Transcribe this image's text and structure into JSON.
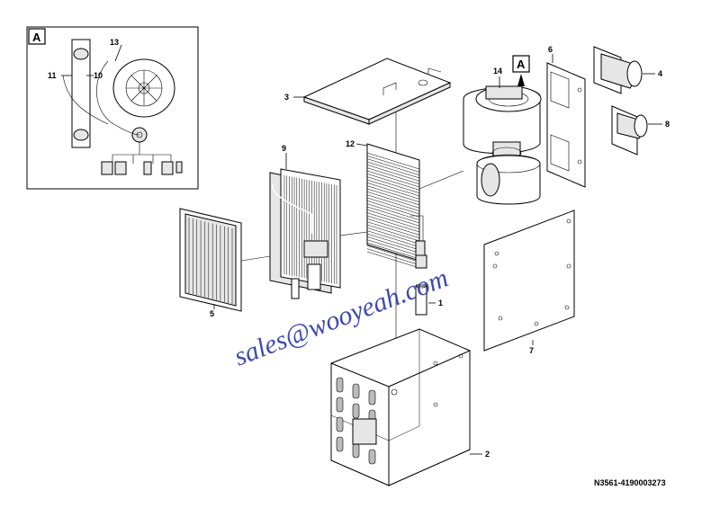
{
  "callouts": {
    "c1": "1",
    "c2": "2",
    "c3": "3",
    "c4": "4",
    "c5": "5",
    "c6": "6",
    "c7": "7",
    "c8": "8",
    "c9": "9",
    "c10": "10",
    "c11": "11",
    "c12": "12",
    "c13": "13",
    "c14": "14"
  },
  "detail_label": "A",
  "view_marker_label": "A",
  "watermark": "sales@wooyeah.com",
  "reference_code": "N3561-4190003273"
}
